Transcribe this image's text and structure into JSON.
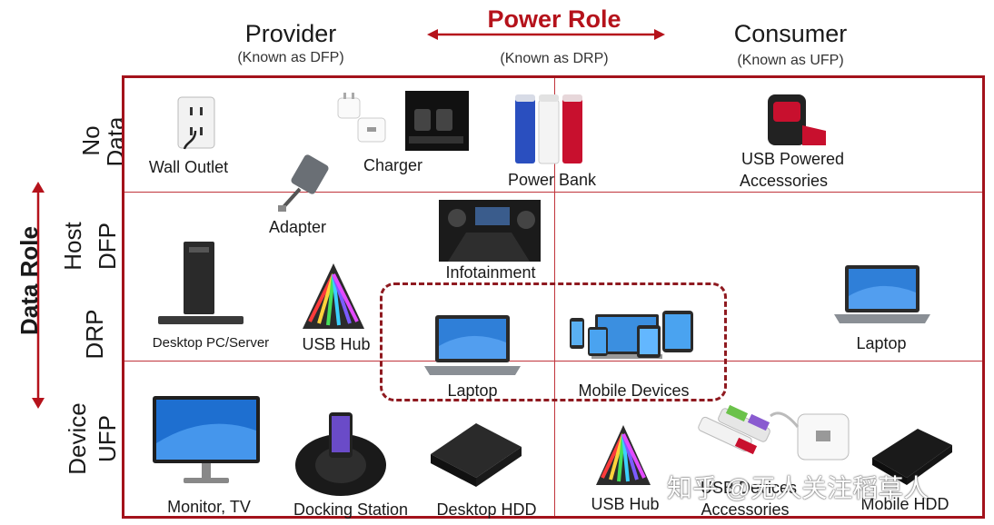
{
  "header": {
    "power_role": "Power Role",
    "provider": "Provider",
    "provider_sub": "(Known as DFP)",
    "middle_sub": "(Known as DRP)",
    "consumer": "Consumer",
    "consumer_sub": "(Known as UFP)",
    "data_role": "Data Role"
  },
  "rows": {
    "no_data": [
      "No",
      "Data"
    ],
    "host": [
      "Host",
      "DFP"
    ],
    "drp": "DRP",
    "device": [
      "Device",
      "UFP"
    ]
  },
  "devices": {
    "wall_outlet": "Wall Outlet",
    "charger": "Charger",
    "power_bank": "Power Bank",
    "usb_accessories_top": [
      "USB Powered",
      "Accessories"
    ],
    "adapter": "Adapter",
    "infotainment": "Infotainment",
    "desktop_pc": "Desktop PC/Server",
    "usb_hub_left": "USB Hub",
    "laptop_center": "Laptop",
    "mobile_devices": "Mobile Devices",
    "laptop_right": "Laptop",
    "monitor_tv": "Monitor, TV",
    "docking_station": "Docking Station",
    "desktop_hdd": "Desktop HDD",
    "usb_hub_bottom": "USB Hub",
    "usb_accessories_bottom": [
      "USB Devices",
      "Accessories"
    ],
    "mobile_hdd": "Mobile HDD"
  },
  "watermark": "知乎 @无人关注稻草人",
  "colors": {
    "accent": "#b5121b",
    "frame": "#a3121b",
    "grid": "#c0343b"
  }
}
